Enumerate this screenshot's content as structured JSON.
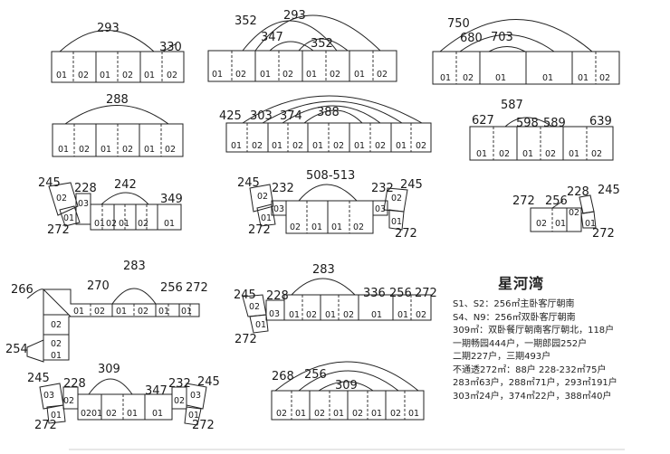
{
  "legend": {
    "title": "星河湾",
    "lines": [
      "S1、S2：256㎡主卧客厅朝南",
      "S4、N9：256㎡双卧客厅朝南",
      "309㎡：双卧餐厅朝南客厅朝北，118户",
      "一期畅园444户，一期郎园252户",
      "二期227户，三期493户",
      "不通透272㎡：88户   228-232㎡75户",
      "283㎡63户，288㎡71户，293㎡191户",
      "303㎡24户，374㎡22户，388㎡40户"
    ]
  },
  "labels": {
    "b1": {
      "a": "293",
      "b": "330"
    },
    "b2": {
      "a": "352",
      "b": "293",
      "c": "347",
      "d": "352"
    },
    "b3": {
      "a": "750",
      "b": "680",
      "c": "703"
    },
    "b4": {
      "a": "288"
    },
    "b5": {
      "a": "425",
      "b": "303",
      "c": "374",
      "d": "388"
    },
    "b6": {
      "a": "587",
      "b": "627",
      "c": "598",
      "d": "589",
      "e": "639"
    },
    "b7": {
      "a": "245",
      "b": "228",
      "c": "272",
      "d": "242",
      "e": "349"
    },
    "b8": {
      "a": "245",
      "b": "232",
      "c": "272",
      "d": "508-513",
      "e": "232",
      "f": "245",
      "g": "272"
    },
    "b9": {
      "a": "272",
      "b": "256",
      "c": "228",
      "d": "245",
      "e": "272"
    },
    "b10": {
      "a": "266",
      "b": "270",
      "c": "283",
      "d": "256",
      "e": "272",
      "f": "254"
    },
    "b11": {
      "a": "245",
      "b": "228",
      "c": "272",
      "d": "283",
      "e": "336",
      "f": "256",
      "g": "272"
    },
    "b12": {
      "a": "245",
      "b": "228",
      "c": "272",
      "d": "309",
      "e": "347",
      "f": "232",
      "g": "245",
      "h": "272"
    },
    "b13": {
      "a": "268",
      "b": "256",
      "c": "309"
    }
  },
  "units": {
    "u01": "01",
    "u02": "02",
    "u03": "03"
  }
}
